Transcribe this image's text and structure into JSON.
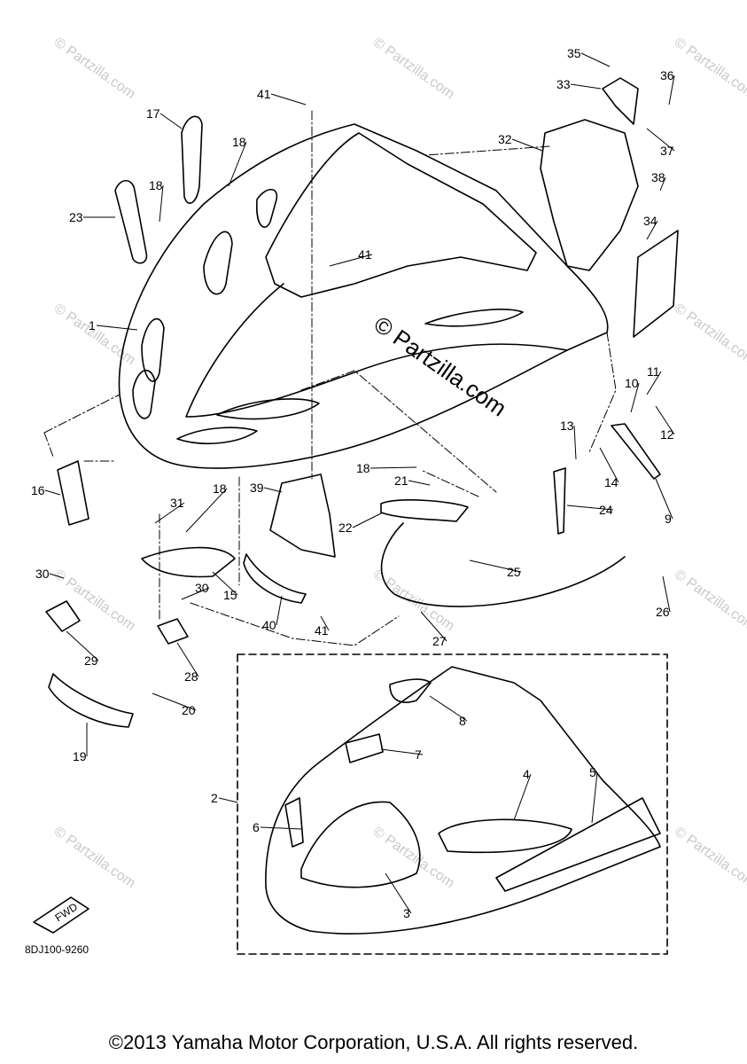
{
  "diagram": {
    "part_numbers": [
      "1",
      "2",
      "3",
      "4",
      "5",
      "6",
      "7",
      "8",
      "9",
      "10",
      "11",
      "12",
      "13",
      "14",
      "15",
      "16",
      "17",
      "18",
      "19",
      "20",
      "21",
      "22",
      "23",
      "24",
      "25",
      "26",
      "27",
      "28",
      "29",
      "30",
      "31",
      "32",
      "33",
      "34",
      "35",
      "36",
      "37",
      "38",
      "39",
      "40",
      "41"
    ],
    "figure_code": "8DJ100-9260",
    "fwd_arrow_label": "FWD",
    "watermark": "© Partzilla.com",
    "watermark_big": "© Partzilla.com"
  },
  "footer": {
    "copyright": "©2013 Yamaha Motor Corporation, U.S.A. All rights reserved."
  }
}
